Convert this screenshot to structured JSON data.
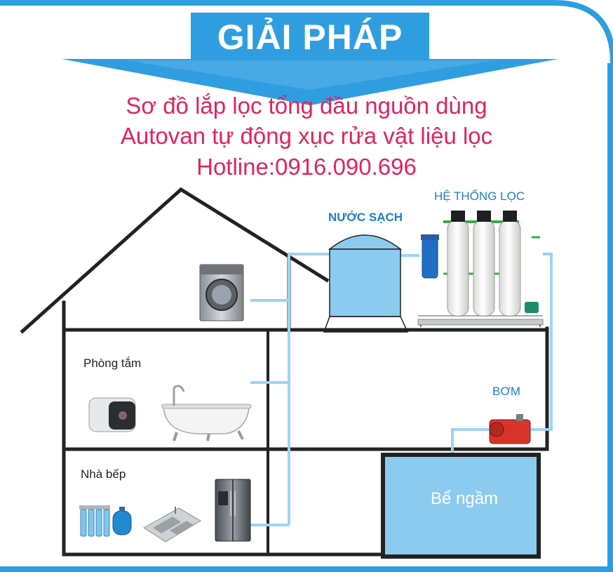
{
  "banner": {
    "title": "GIẢI PHÁP"
  },
  "subtitle": {
    "line1": "Sơ đồ lắp lọc tổng đầu nguồn dùng",
    "line2": "Autovan tự động xục rửa vật liệu lọc",
    "line3": "Hotline:0916.090.696"
  },
  "labels": {
    "clean_water_tank": "NƯỚC SẠCH",
    "filter_system": "HỆ THỐNG LỌC",
    "pump": "BƠM",
    "bathroom": "Phòng tắm",
    "kitchen": "Nhà bếp",
    "underground_tank": "Bể ngầm"
  },
  "colors": {
    "banner_blue": "#2f9ee0",
    "accent_pink": "#e0245e",
    "label_blue": "#1e7fc2",
    "water_blue": "#8ccbf0",
    "pipe_blue": "#9fd3f2",
    "wall": "#222222"
  },
  "icons": [
    "washing-machine-icon",
    "water-heater-icon",
    "bathtub-icon",
    "ro-purifier-icon",
    "pressure-tank-icon",
    "kitchen-sink-icon",
    "refrigerator-icon",
    "filter-column-icon",
    "pump-icon"
  ]
}
